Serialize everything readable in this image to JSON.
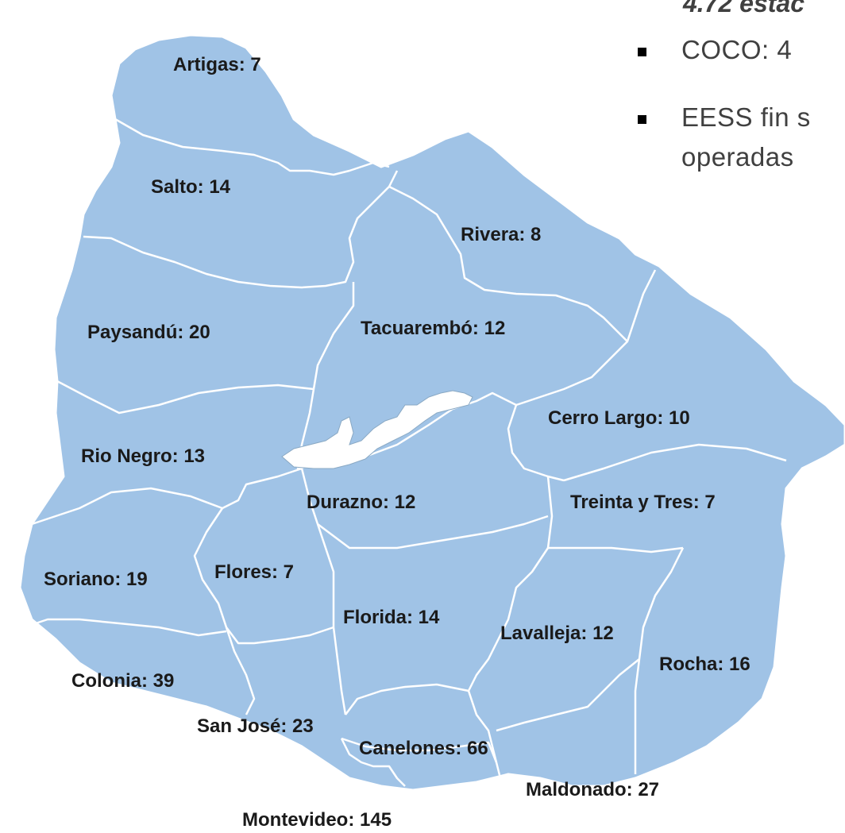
{
  "header_fragment": "4.72 estac",
  "bullets": [
    {
      "lines": [
        "COCO: 4"
      ]
    },
    {
      "lines": [
        "EESS fin s",
        "operadas"
      ]
    }
  ],
  "departments": [
    {
      "id": "artigas",
      "label": "Artigas: 7",
      "name": "Artigas",
      "value": 7
    },
    {
      "id": "salto",
      "label": "Salto: 14",
      "name": "Salto",
      "value": 14
    },
    {
      "id": "rivera",
      "label": "Rivera: 8",
      "name": "Rivera",
      "value": 8
    },
    {
      "id": "paysandu",
      "label": "Paysandú: 20",
      "name": "Paysandú",
      "value": 20
    },
    {
      "id": "tacuarembo",
      "label": "Tacuarembó: 12",
      "name": "Tacuarembó",
      "value": 12
    },
    {
      "id": "cerro-largo",
      "label": "Cerro Largo: 10",
      "name": "Cerro Largo",
      "value": 10
    },
    {
      "id": "rio-negro",
      "label": "Rio Negro: 13",
      "name": "Rio Negro",
      "value": 13
    },
    {
      "id": "durazno",
      "label": "Durazno: 12",
      "name": "Durazno",
      "value": 12
    },
    {
      "id": "treinta-y-tres",
      "label": "Treinta y Tres: 7",
      "name": "Treinta y Tres",
      "value": 7
    },
    {
      "id": "soriano",
      "label": "Soriano: 19",
      "name": "Soriano",
      "value": 19
    },
    {
      "id": "flores",
      "label": "Flores: 7",
      "name": "Flores",
      "value": 7
    },
    {
      "id": "florida",
      "label": "Florida: 14",
      "name": "Florida",
      "value": 14
    },
    {
      "id": "lavalleja",
      "label": "Lavalleja: 12",
      "name": "Lavalleja",
      "value": 12
    },
    {
      "id": "rocha",
      "label": "Rocha: 16",
      "name": "Rocha",
      "value": 16
    },
    {
      "id": "colonia",
      "label": "Colonia: 39",
      "name": "Colonia",
      "value": 39
    },
    {
      "id": "san-jose",
      "label": "San José: 23",
      "name": "San José",
      "value": 23
    },
    {
      "id": "canelones",
      "label": "Canelones: 66",
      "name": "Canelones",
      "value": 66
    },
    {
      "id": "maldonado",
      "label": "Maldonado: 27",
      "name": "Maldonado",
      "value": 27
    },
    {
      "id": "montevideo",
      "label": "Montevideo: 145",
      "name": "Montevideo",
      "value": 145
    }
  ],
  "colors": {
    "region_fill": "#a0c3e6",
    "border": "#ffffff",
    "label_text": "#1a1a1a",
    "bullet_text": "#404040"
  }
}
